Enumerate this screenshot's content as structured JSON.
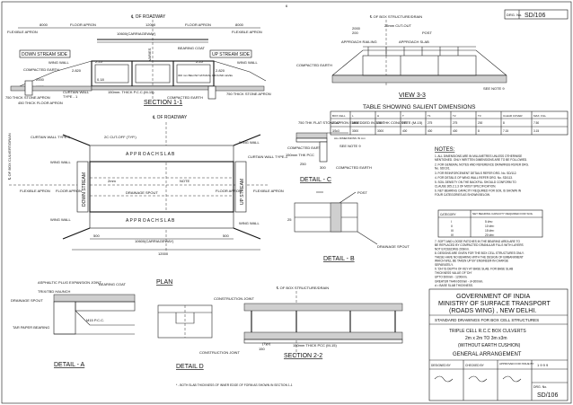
{
  "header": {
    "drawing_no_label": "DRG. No.",
    "drawing_no": "SD/106",
    "page_mark": "6"
  },
  "section_1": {
    "centerline_roadway": "℄ OF ROADWAY",
    "dim_8000": "8000",
    "floor_apron_left": "FLOOR APRON",
    "dim_12000": "12000",
    "carriageway": "10600(CARRIAGEWAY)",
    "floor_apron_right": "FLOOR APRON",
    "dim_8000_right": "8000",
    "flexible_apron_left": "FLEXIBLE APRON",
    "flexible_apron_right": "FLEXIBLE APRON",
    "bearing_coat": "BEARING COAT",
    "down_stream_side": "DOWN STREAM SIDE",
    "up_stream_side": "UP STREAM SIDE",
    "wing_wall_left": "WING WALL",
    "wing_wall_right": "WING WALL",
    "compacted_earth": "COMPACTED EARTH",
    "dim_225": "2.25",
    "dim_225b": "2.25",
    "dim_2820": "2.820",
    "dim_2820b": "2.820",
    "varies": "VARIES",
    "d_2000": "2000",
    "d_1000": "1000",
    "curtain_wall": "CURTAIN WALL",
    "type_1": "TYPE - 1",
    "pcc": "150mm. THICK P.C.C.(M-15)",
    "stone_apron": "750 THICK STONE APRON",
    "floor_apron_note": "450 THICK FLOOR APRON",
    "compacted_earth_2": "COMPACTED EARTH",
    "thick_stone_apron_r": "750 THICK STONE APRON",
    "dim_018": "0.18",
    "dim_300": "300 mm BELOW NATURAL GROUND LEVEL",
    "title": "SECTION 1-1"
  },
  "plan": {
    "centerline_roadway": "℄ OF ROADWAY",
    "cut_off_slab": "2C CUT-OFF (TYP.)",
    "approach_slab_top": "A P P R O A C H   S L A B",
    "approach_slab_bottom": "A P P R O A C H   S L A B",
    "curtain_wall_left": "CURTAIN WALL TYPE-1",
    "curtain_wall_right": "CURTAIN WALL TYPE-1",
    "wing_wall_tl": "WING WALL",
    "wing_wall_bl": "WING WALL",
    "wing_wall_tr": "WING WALL",
    "wing_wall_br": "WING WALL",
    "flexible_apron_left": "FLEXIBLE APRON",
    "flexible_apron_right": "FLEXIBLE APRON",
    "floor_apron_left": "FLOOR APRON",
    "floor_apron_right": "FLOOR APRON",
    "down_stream": "DOWN STREAM",
    "up_stream": "UP STREAM",
    "span": "2mm",
    "note": "NOTE",
    "drainage_spout": "DRAINAGE SPOUT",
    "dim_500": "500",
    "dim_500b": "500",
    "carriageway": "10600(CARRIAGEWAY)",
    "dim_12000": "12000",
    "box_culvert": "℄ OF BOX CULVERT/DRAIN",
    "title": "PLAN"
  },
  "view_33": {
    "centerline_box": "℄ OF BOX STRUCTURE/DRAIN",
    "dim_2000": "2000",
    "dim_200": "200",
    "cut_off": "25mm CUT-OUT",
    "post": "POST",
    "approach_railing": "APPROACH RAILING",
    "approach_slab": "APPROACH SLAB",
    "compacted_earth": "COMPACTED EARTH",
    "see_note": "SEE NOTE 9",
    "title": "VIEW 3-3"
  },
  "detail_c": {
    "stone_apron": "750 THK FLAT STONE APRON EMBEDDED IN 300 THK CONCRETE (M-15)",
    "compacted_earth": "COMPACTED EARTH",
    "compacted_earth_2": "COMPACTED EARTH",
    "dim_150": "150mm THK PCC",
    "see_note": "SEE NOTE 9",
    "dim_300": "300",
    "dim_250": "250",
    "title": "DETAIL - C"
  },
  "detail_b": {
    "post": "POST",
    "drainage_spout": "DRAINAGE SPOUT",
    "dim_25": "25",
    "title": "DETAIL - B"
  },
  "table": {
    "title": "TABLE SHOWING SALIENT DIMENSIONS",
    "headers": [
      "BOX CELL",
      "L",
      "H",
      "T",
      "T1",
      "T2",
      "T3",
      "CLEAR COVER",
      "MAX. FILL"
    ],
    "rows": [
      [
        "2/2x2",
        "2000",
        "2000",
        "275",
        "275",
        "275",
        "200",
        "8",
        "7.50"
      ],
      [
        "3/3x3",
        "3000",
        "3000",
        "400",
        "400",
        "400",
        "8",
        "7.15",
        "3.15"
      ]
    ],
    "units": "ALL DIMENSIONS IN mm"
  },
  "notes": {
    "heading": "NOTES:",
    "items": [
      "1. ALL DIMENSIONS ARE IN MILLIMETRES UNLESS OTHERWISE MENTIONED. ONLY WRITTEN DIMENSIONS ARE TO BE FOLLOWED.",
      "2. FOR GENERAL NOTES AND REFERENCE DRAWINGS REFER DRG. No. SD/101.",
      "3. FOR REINFORCEMENT DETAILS REFER DRG. No. SD/112.",
      "4. FOR DETAILS OF WING WALL REFER DRG. No. SD/113.",
      "5. SOIL DENSITY ON THE BACKFILL SHOULD CONFORM TO CLAUSE 305.2.1.3 OF MOST SPECIFICATION.",
      "6. NET BEARING CAPACITY REQUIRED FOR SOIL IS SHOWN IN FOUR CATEGORIES AS SHOWN BELOW."
    ],
    "bearing_header_cat": "CATEGORY",
    "bearing_header_val": "NET BEARING CAPACITY REQUIRED FOR SOIL",
    "bearing_rows": [
      [
        "I",
        "5 t/m²"
      ],
      [
        "II",
        "10 t/m²"
      ],
      [
        "III",
        "15 t/m²"
      ],
      [
        "IV",
        "20 t/m²"
      ]
    ],
    "items_2": [
      "7. SOFT AND LOOSE PATCHES IN THE BEARING AREA ARE TO BE REPLACED BY COMPACTED GRANULAR FILLS WITH LAYERS NOT EXCEEDING 200mm.",
      "8. DESIGNS ARE GIVEN FOR THE BOX CELL STRUCTURES ONLY. THESE HAVE NO BEARING WITH THE DESIGN OF EMBANKMENT WHICH WILL BE TAKEN UP BY ENGINEER-IN-CHARGE SEPARATELY.",
      "9. 'DH' IS DEPTH OF KEY AT BASE SLAB. FOR BASE SLAB THICKNESS VALUE OF 'DH'",
      "UPTO 600mm  -  1200mm.",
      "GREATER THAN 600mm  -  d+300mm.",
      "d = BASE SLAB THICKNESS."
    ]
  },
  "detail_a": {
    "asphalt_plug": "ASPHALTIC PLUG EXPANSION JOINT",
    "bearing_coat": "BEARING COAT",
    "bitumen": "TRIX/TBD HAUNCH",
    "drainage_spout": "DRAINAGE SPOUT",
    "pcc": "M15 P.C.C.",
    "tar_paper": "TAR PAPER BEARING",
    "title": "DETAIL - A"
  },
  "detail_d": {
    "construction_joint": "CONSTRUCTION JOINT",
    "construction_joint_2": "CONSTRUCTION JOINT",
    "title": "DETAIL D"
  },
  "section_22": {
    "centerline": "℄ OF BOX STRUCTURE/DRAIN",
    "pcc": "150mm THICK PCC (M-15)",
    "dim_150": "150",
    "dim_450": "(Typ)",
    "note": "* - BOTH SLAB THICKNESS OF INNER EDGE OF FORM AS SHOWN IN SECTION 1-1",
    "title": "SECTION 2-2"
  },
  "title_block": {
    "gov": "GOVERNMENT OF INDIA",
    "ministry": "MINISTRY OF SURFACE TRANSPORT",
    "wing": "(ROADS WING) , NEW DELHI.",
    "standard": "STANDARD DRAWINGS FOR BOX CELL STRUCTURES",
    "subject_1": "TRIPLE CELL R.C.C BOX CULVERTS",
    "subject_2": "2m x 2m TO 3m x3m",
    "subject_3": "(WITHOUT EARTH CUSHION)",
    "subject_4": "GENERAL ARRANGEMENT",
    "designed_by": "DESIGNED BY",
    "checked_by": "CHECKED BY",
    "approved_by": "APPROVED FOR ISSUE BY",
    "year": "1 9 9 9",
    "drg_no_label": "DRG. No.",
    "drg_no": "SD/106"
  }
}
